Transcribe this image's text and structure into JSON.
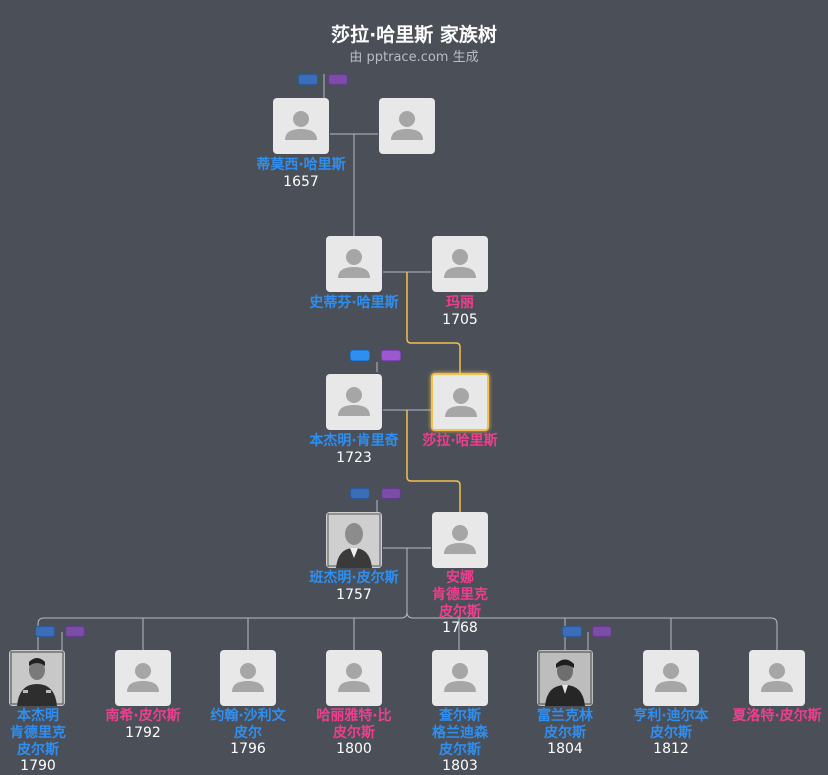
{
  "header": {
    "title": "莎拉·哈里斯 家族树",
    "subtitle": "由 pptrace.com 生成"
  },
  "colors": {
    "male": "#2f8ff0",
    "female": "#ee3f8f",
    "focus_line": "#f2c14e"
  },
  "people": {
    "timothy": {
      "name": "蒂莫西·哈里斯",
      "year": "1657"
    },
    "timothy_spouse": {
      "name": "",
      "year": ""
    },
    "stephen": {
      "name": "史蒂芬·哈里斯",
      "year": ""
    },
    "mary": {
      "name": "玛丽",
      "year": "1705"
    },
    "benjamin_k": {
      "name": "本杰明·肯里奇",
      "year": "1723"
    },
    "sarah": {
      "name": "莎拉·哈里斯",
      "year": ""
    },
    "benjamin_p": {
      "name": "班杰明·皮尔斯",
      "year": "1757"
    },
    "anna": {
      "name_lines": [
        "安娜",
        "肯德里克",
        "皮尔斯"
      ],
      "year": "1768"
    }
  },
  "children": [
    {
      "name_lines": [
        "本杰明",
        "肯德里克",
        "皮尔斯"
      ],
      "year": "1790",
      "gender": "m"
    },
    {
      "name_lines": [
        "南希·皮尔斯"
      ],
      "year": "1792",
      "gender": "f"
    },
    {
      "name_lines": [
        "约翰·沙利文",
        "皮尔"
      ],
      "year": "1796",
      "gender": "m"
    },
    {
      "name_lines": [
        "哈丽雅特·比",
        "皮尔斯"
      ],
      "year": "1800",
      "gender": "f"
    },
    {
      "name_lines": [
        "查尔斯",
        "格兰迪森",
        "皮尔斯"
      ],
      "year": "1803",
      "gender": "m"
    },
    {
      "name_lines": [
        "富兰克林",
        "皮尔斯"
      ],
      "year": "1804",
      "gender": "m"
    },
    {
      "name_lines": [
        "亨利·迪尔本",
        "皮尔斯"
      ],
      "year": "1812",
      "gender": "m"
    },
    {
      "name_lines": [
        "夏洛特·皮尔斯"
      ],
      "year": "",
      "gender": "f"
    }
  ]
}
